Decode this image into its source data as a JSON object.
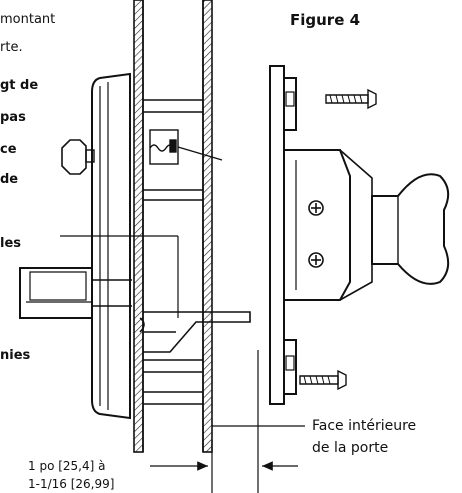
{
  "figure_title": "Figure 4",
  "left_text": {
    "line1": "montant",
    "line2": "rte.",
    "bold_lines": [
      "gt de",
      "pas",
      "ce",
      " de"
    ],
    "bold_label_mid": "les",
    "bold_label_low": "nies"
  },
  "callout_face": {
    "line1": "Face intérieure",
    "line2": "de la porte"
  },
  "dimension": {
    "line1": "1 po [25,4] à",
    "line2": "1-1/16 [26,99]"
  },
  "icons": {
    "screw_top": "screw-icon",
    "screw_bottom": "screw-icon",
    "key": "key-icon",
    "screw_head_upper": "plus-circle-icon",
    "screw_head_lower": "plus-circle-icon"
  }
}
